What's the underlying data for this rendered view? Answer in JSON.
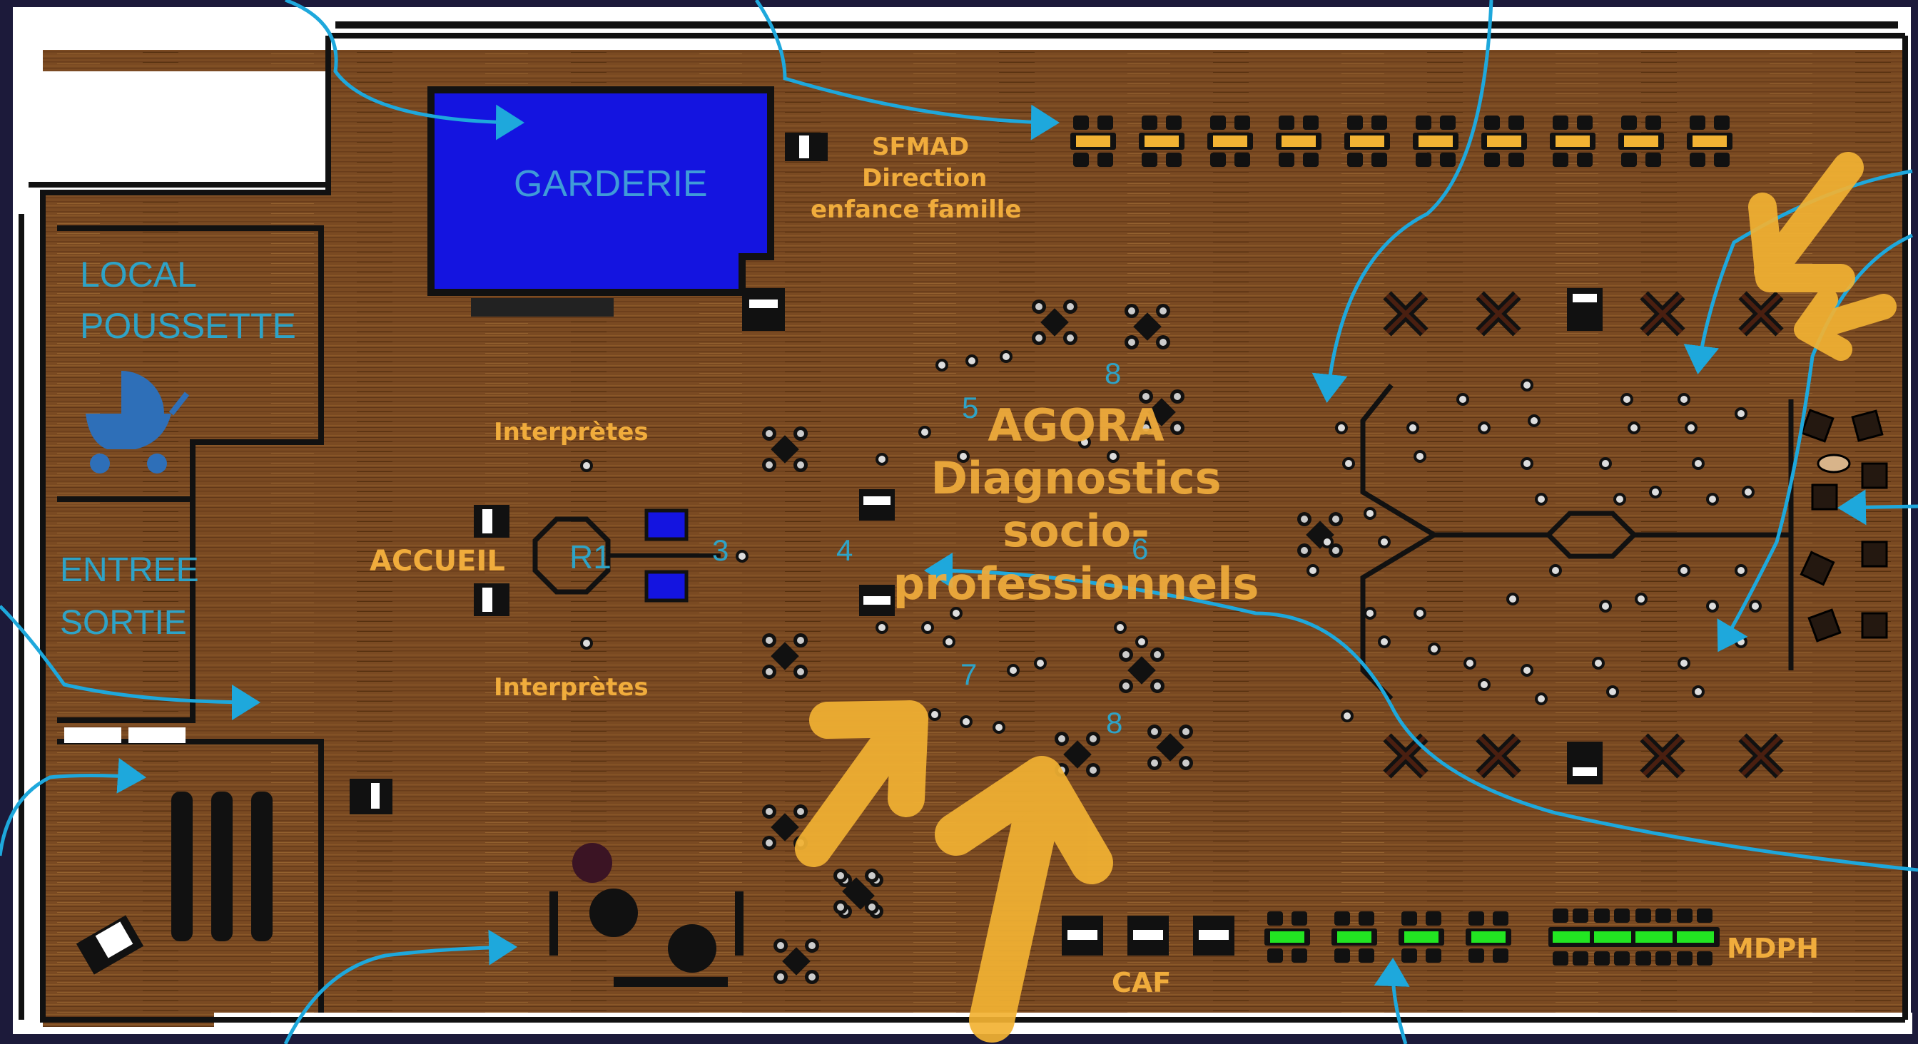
{
  "zones": {
    "garderie": "GARDERIE",
    "local_poussette": [
      "LOCAL",
      "POUSSETTE"
    ],
    "entree_sortie": [
      "ENTREE",
      "SORTIE"
    ],
    "sfmad": [
      "SFMAD",
      "Direction",
      "enfance famille"
    ],
    "interpretes_top": "Interprètes",
    "interpretes_bottom": "Interprètes",
    "accueil": "ACCUEIL",
    "r1": "R1",
    "agora": [
      "AGORA",
      "Diagnostics",
      "socio-",
      "professionnels"
    ],
    "caf": "CAF",
    "mdph": "MDPH"
  },
  "markers": {
    "n3": "3",
    "n4": "4",
    "n5": "5",
    "n6": "6",
    "n7": "7",
    "n8a": "8",
    "n8b": "8"
  },
  "colors": {
    "background": "#1c1a3a",
    "floor": "#7a4a22",
    "garderie_fill": "#1414e0",
    "orange_label": "#f0ac3c",
    "blue_label": "#2ea3c7",
    "flow_arrow": "#1ea8dc",
    "sfmad_desks": "#f2b233",
    "mdph_desks": "#22e622"
  },
  "icons": [
    "stroller-icon",
    "flow-arrow",
    "highlight-arrow"
  ]
}
